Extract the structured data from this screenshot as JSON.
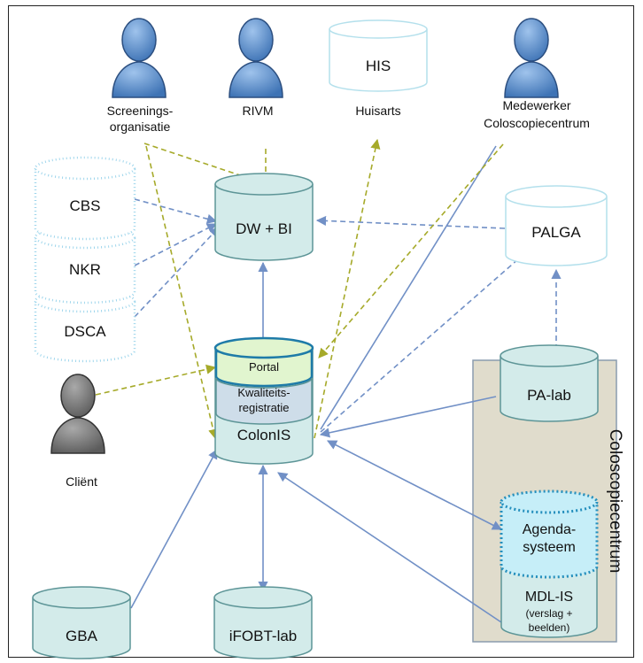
{
  "actors": {
    "screening": {
      "line1": "Screenings-",
      "line2": "organisatie"
    },
    "rivm": "RIVM",
    "medewerker": {
      "line1": "Medewerker",
      "line2": "Coloscopiecentrum"
    },
    "client": "Cliënt"
  },
  "systems": {
    "his": "HIS",
    "huisarts": "Huisarts",
    "dwbi": "DW + BI",
    "palga": "PALGA",
    "cbs": "CBS",
    "nkr": "NKR",
    "dsca": "DSCA",
    "portal": "Portal",
    "kwaliteit": {
      "line1": "Kwaliteits-",
      "line2": "registratie"
    },
    "colonis": "ColonIS",
    "palab": "PA-lab",
    "agenda": {
      "line1": "Agenda-",
      "line2": "systeem"
    },
    "mdlis": {
      "line1": "MDL-IS",
      "line2": "(verslag +",
      "line3": "beelden)"
    },
    "gba": "GBA",
    "ifobt": "iFOBT-lab"
  },
  "group": {
    "label": "Coloscopiecentrum"
  },
  "colors": {
    "cylinder_fill": "#d3ebea",
    "cylinder_stroke": "#5d9597",
    "faded_stroke": "#b4e0ec",
    "dotted_stroke": "#9fd6ec",
    "agenda_fill": "#c6eef8",
    "agenda_stroke": "#258fbd",
    "portal_fill": "#e1f5cf",
    "kwaliteit_fill": "#cedde9",
    "group_fill": "#e0dccc",
    "group_stroke": "#8a9cae",
    "person_blue": "#4f86c8",
    "person_gray": "#737373",
    "arrow_blue": "#7190c6",
    "arrow_green": "#a6aa2a"
  }
}
